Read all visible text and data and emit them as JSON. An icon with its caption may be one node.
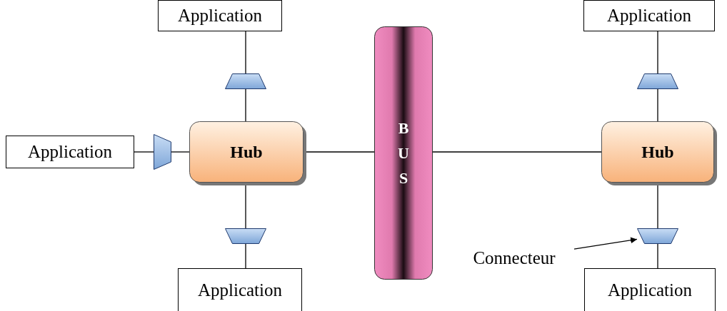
{
  "diagram": {
    "nodes": [
      {
        "text": [
          "Application"
        ]
      },
      {
        "text": [],
        "shape": "trapezoid"
      },
      {
        "text": [
          "Application"
        ]
      },
      {
        "text": [],
        "shape": "trapezoid"
      },
      {
        "text": [
          "Application"
        ]
      },
      {
        "text": [],
        "shape": "trapezoid"
      },
      {
        "text": [
          "Hub"
        ]
      },
      {
        "text": [
          "B U S"
        ]
      },
      {
        "text": [
          "Hub"
        ]
      },
      {
        "text": [],
        "shape": "trapezoid"
      },
      {
        "text": [],
        "shape": "trapezoid"
      },
      {
        "text": [
          "Connecteur"
        ]
      },
      {
        "text": [
          "Application"
        ]
      },
      {
        "text": [
          "Application"
        ]
      }
    ],
    "edges": [
      {
        "from": 0,
        "to": 1,
        "arrow": "none"
      },
      {
        "from": 1,
        "to": 6,
        "arrow": "none"
      },
      {
        "from": 2,
        "to": 3,
        "arrow": "none"
      },
      {
        "from": 3,
        "to": 8,
        "arrow": "none"
      },
      {
        "from": 4,
        "to": 5,
        "arrow": "none"
      },
      {
        "from": 5,
        "to": 6,
        "arrow": "none"
      },
      {
        "from": 6,
        "to": 7,
        "arrow": "none"
      },
      {
        "from": 7,
        "to": 8,
        "arrow": "none"
      },
      {
        "from": 6,
        "to": 9,
        "arrow": "none"
      },
      {
        "from": 9,
        "to": 12,
        "arrow": "none"
      },
      {
        "from": 8,
        "to": 10,
        "arrow": "none"
      },
      {
        "from": 10,
        "to": 13,
        "arrow": "none"
      },
      {
        "from": 11,
        "to": 10,
        "arrow": "to"
      }
    ]
  }
}
